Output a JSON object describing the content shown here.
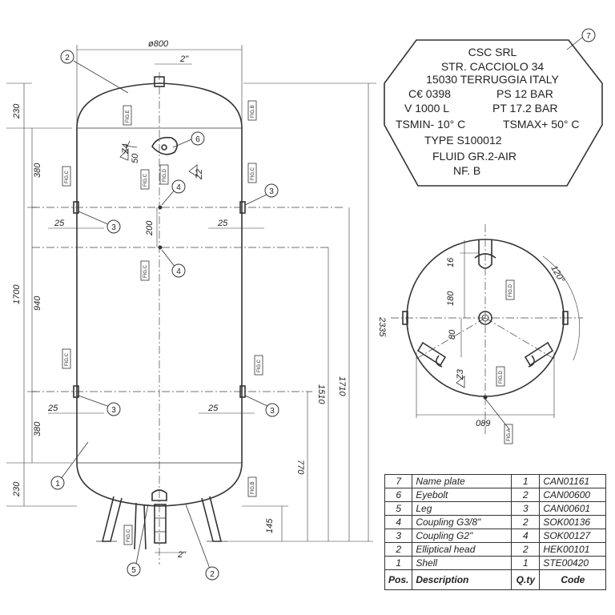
{
  "nameplate": {
    "company": "CSC SRL",
    "address1": "STR. CACCIOLO 34",
    "address2": "15030 TERRUGGIA ITALY",
    "ce_mark": "C€ 0398",
    "ps": "PS  12 BAR",
    "volume": "V 1000 L",
    "pt": "PT 17.2 BAR",
    "tsmin": "TSMIN-  10° C",
    "tsmax": "TSMAX+ 50° C",
    "type": "TYPE S100012",
    "fluid": "FLUID GR.2-AIR",
    "nf": "NF. B"
  },
  "dimensions": {
    "diameter": "ø800",
    "top_coupling": "2\"",
    "bottom_coupling": "2\"",
    "top_head": "230",
    "bottom_head": "230",
    "upper_section": "380",
    "middle_section": "940",
    "lower_section": "380",
    "shell_length": "1700",
    "total_height": "2335",
    "h_1710": "1710",
    "h_1510": "1510",
    "h_770": "770",
    "leg_height": "145",
    "spacing_200": "200",
    "offset_25_ul": "25",
    "offset_25_ur": "25",
    "offset_25_ll": "25",
    "offset_25_lr": "25",
    "weld_z4": "Z4",
    "weld_50": "50",
    "weld_z2": "Z2",
    "weld_z3": "Z3",
    "plan_16": "16",
    "plan_180": "180",
    "plan_80": "80",
    "plan_120": "120°",
    "plan_089": "089"
  },
  "figure_tags": {
    "fig_e": "FIG.E",
    "fig_b": "FIG.B",
    "fig_d": "FIG.D",
    "fig_c": "FIG.C",
    "fig_a": "FIG.A"
  },
  "balloons": [
    "1",
    "2",
    "3",
    "4",
    "5",
    "6",
    "7"
  ],
  "bom": {
    "headers": [
      "Pos.",
      "Description",
      "Q.ty",
      "Code"
    ],
    "rows": [
      {
        "pos": "7",
        "desc": "Name plate",
        "qty": "1",
        "code": "CAN01161"
      },
      {
        "pos": "6",
        "desc": "Eyebolt",
        "qty": "2",
        "code": "CAN00600"
      },
      {
        "pos": "5",
        "desc": "Leg",
        "qty": "3",
        "code": "CAN00601"
      },
      {
        "pos": "4",
        "desc": "Coupling G3/8\"",
        "qty": "2",
        "code": "SOK00136"
      },
      {
        "pos": "3",
        "desc": "Coupling G2\"",
        "qty": "4",
        "code": "SOK00127"
      },
      {
        "pos": "2",
        "desc": "Elliptical head",
        "qty": "2",
        "code": "HEK00101"
      },
      {
        "pos": "1",
        "desc": "Shell",
        "qty": "1",
        "code": "STE00420"
      }
    ]
  }
}
